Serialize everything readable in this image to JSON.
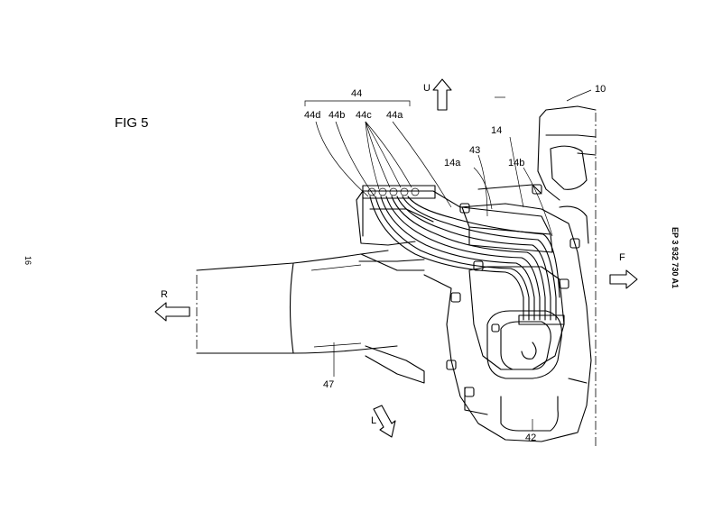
{
  "figure": {
    "title": "FIG 5",
    "page_number": "16",
    "publication_number": "EP 3 932 730 A1"
  },
  "labels": {
    "group_44": "44",
    "l_44d": "44d",
    "l_44b": "44b",
    "l_44c": "44c",
    "l_44a": "44a",
    "l_10": "10",
    "l_14": "14",
    "l_43": "43",
    "l_14a": "14a",
    "l_14b": "14b",
    "l_47": "47",
    "l_42": "42"
  },
  "directions": {
    "up": "U",
    "front": "F",
    "rear": "R",
    "left": "L"
  }
}
